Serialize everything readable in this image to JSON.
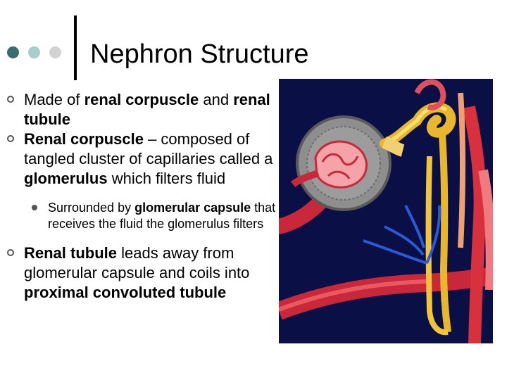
{
  "title": "Nephron Structure",
  "bullets": [
    {
      "t1": "Made of ",
      "b1": "renal corpuscle",
      "t2": " and ",
      "b2": "renal tubule"
    },
    {
      "b1": "Renal corpuscle",
      "t1": " – composed of tangled cluster of capillaries called a ",
      "b2": "glomerulus",
      "t2": " which filters fluid"
    }
  ],
  "sub_bullet": {
    "t1": "Surrounded by ",
    "b1": "glomerular capsule",
    "t2": " that receives the fluid the glomerulus filters"
  },
  "bullet3": {
    "b1": "Renal tubule",
    "t1": " leads away from glomerular capsule and coils into ",
    "b2": "proximal convoluted tubule"
  },
  "colors": {
    "background": "#ffffff",
    "illustration_bg": "#0a0f45",
    "dot_dark": "#3a6e6e",
    "dot_mid": "#a8cccc",
    "dot_light": "#d2d2d2"
  }
}
